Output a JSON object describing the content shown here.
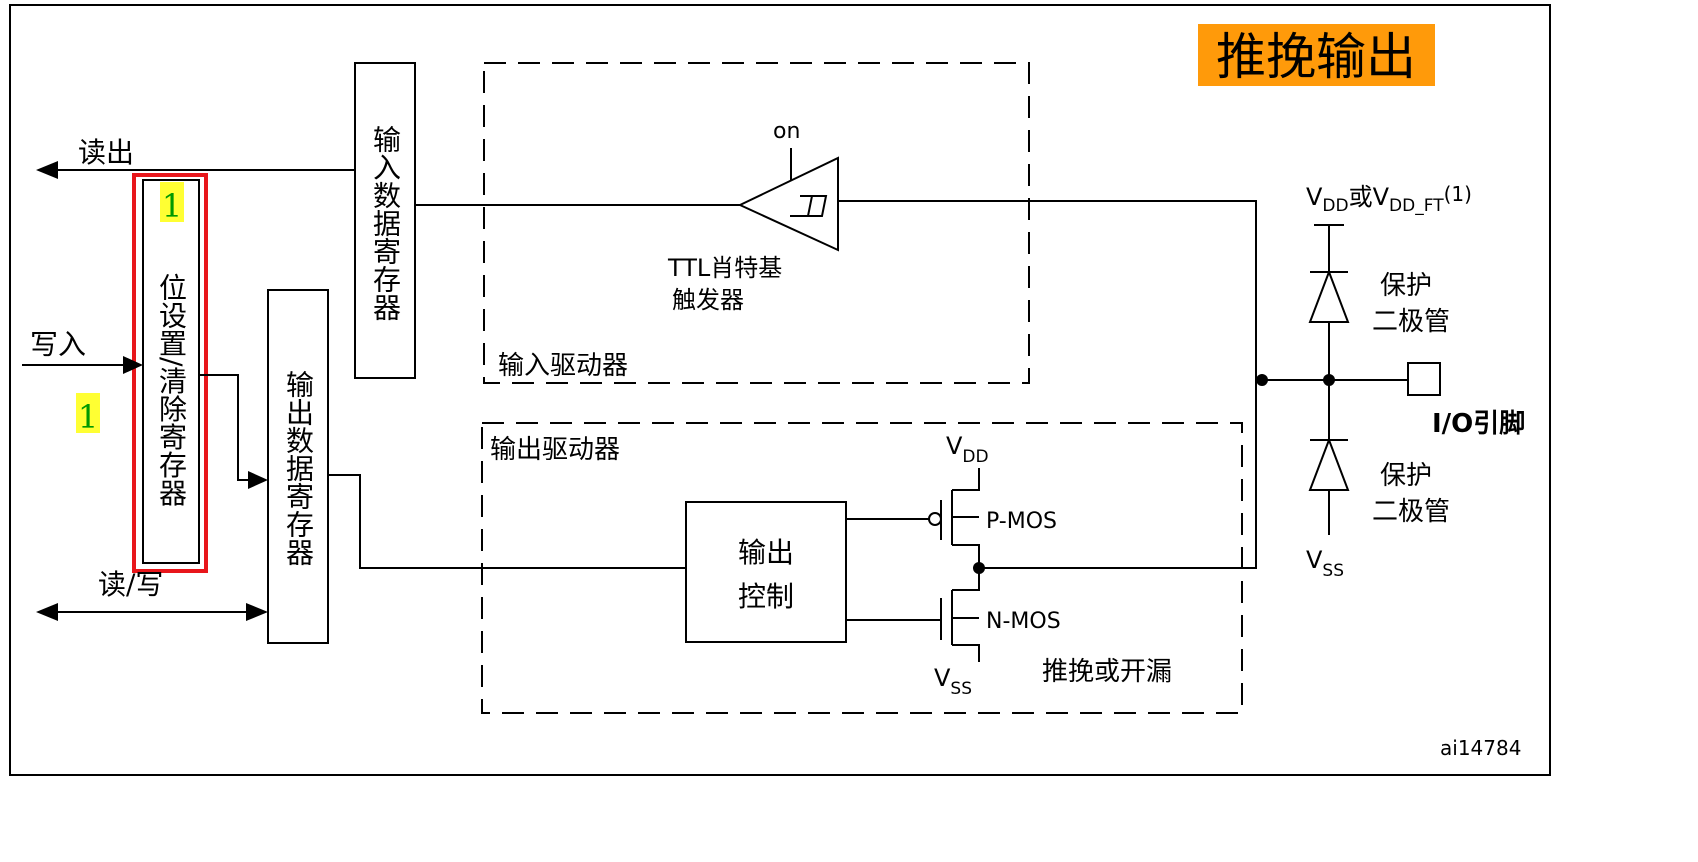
{
  "title_badge": {
    "text": "推挽输出",
    "bg": "#ff9a0a",
    "fg": "#000000"
  },
  "left": {
    "read_out": "读出",
    "write_in": "写入",
    "read_write": "读/写"
  },
  "registers": {
    "bit_set_reset": "位设置/清除寄存器",
    "input_data": "输入数据寄存器",
    "output_data": "输出数据寄存器"
  },
  "input_driver": {
    "label": "输入驱动器",
    "trigger_on": "on",
    "trigger_line1": "TTL肖特基",
    "trigger_line2": "触发器"
  },
  "output_driver": {
    "label": "输出驱动器",
    "control_line1": "输出",
    "control_line2": "控制",
    "vdd": "V",
    "vdd_sub": "DD",
    "vss": "V",
    "vss_sub": "SS",
    "pmos": "P-MOS",
    "nmos": "N-MOS",
    "mode": "推挽或开漏"
  },
  "pin": {
    "supply_v": "V",
    "supply_sub1": "DD",
    "supply_or": "或V",
    "supply_sub2": "DD_FT",
    "supply_note": "(1)",
    "diode_line1": "保护",
    "diode_line2": "二极管",
    "ground_v": "V",
    "ground_sub": "SS",
    "pin_label": "I/O引脚"
  },
  "annotations": {
    "mark_a": "1",
    "mark_b": "1",
    "highlight_color": "#ffff33",
    "mark_color": "#009900",
    "box_color": "#e8161b"
  },
  "figure_id": "ai14784"
}
